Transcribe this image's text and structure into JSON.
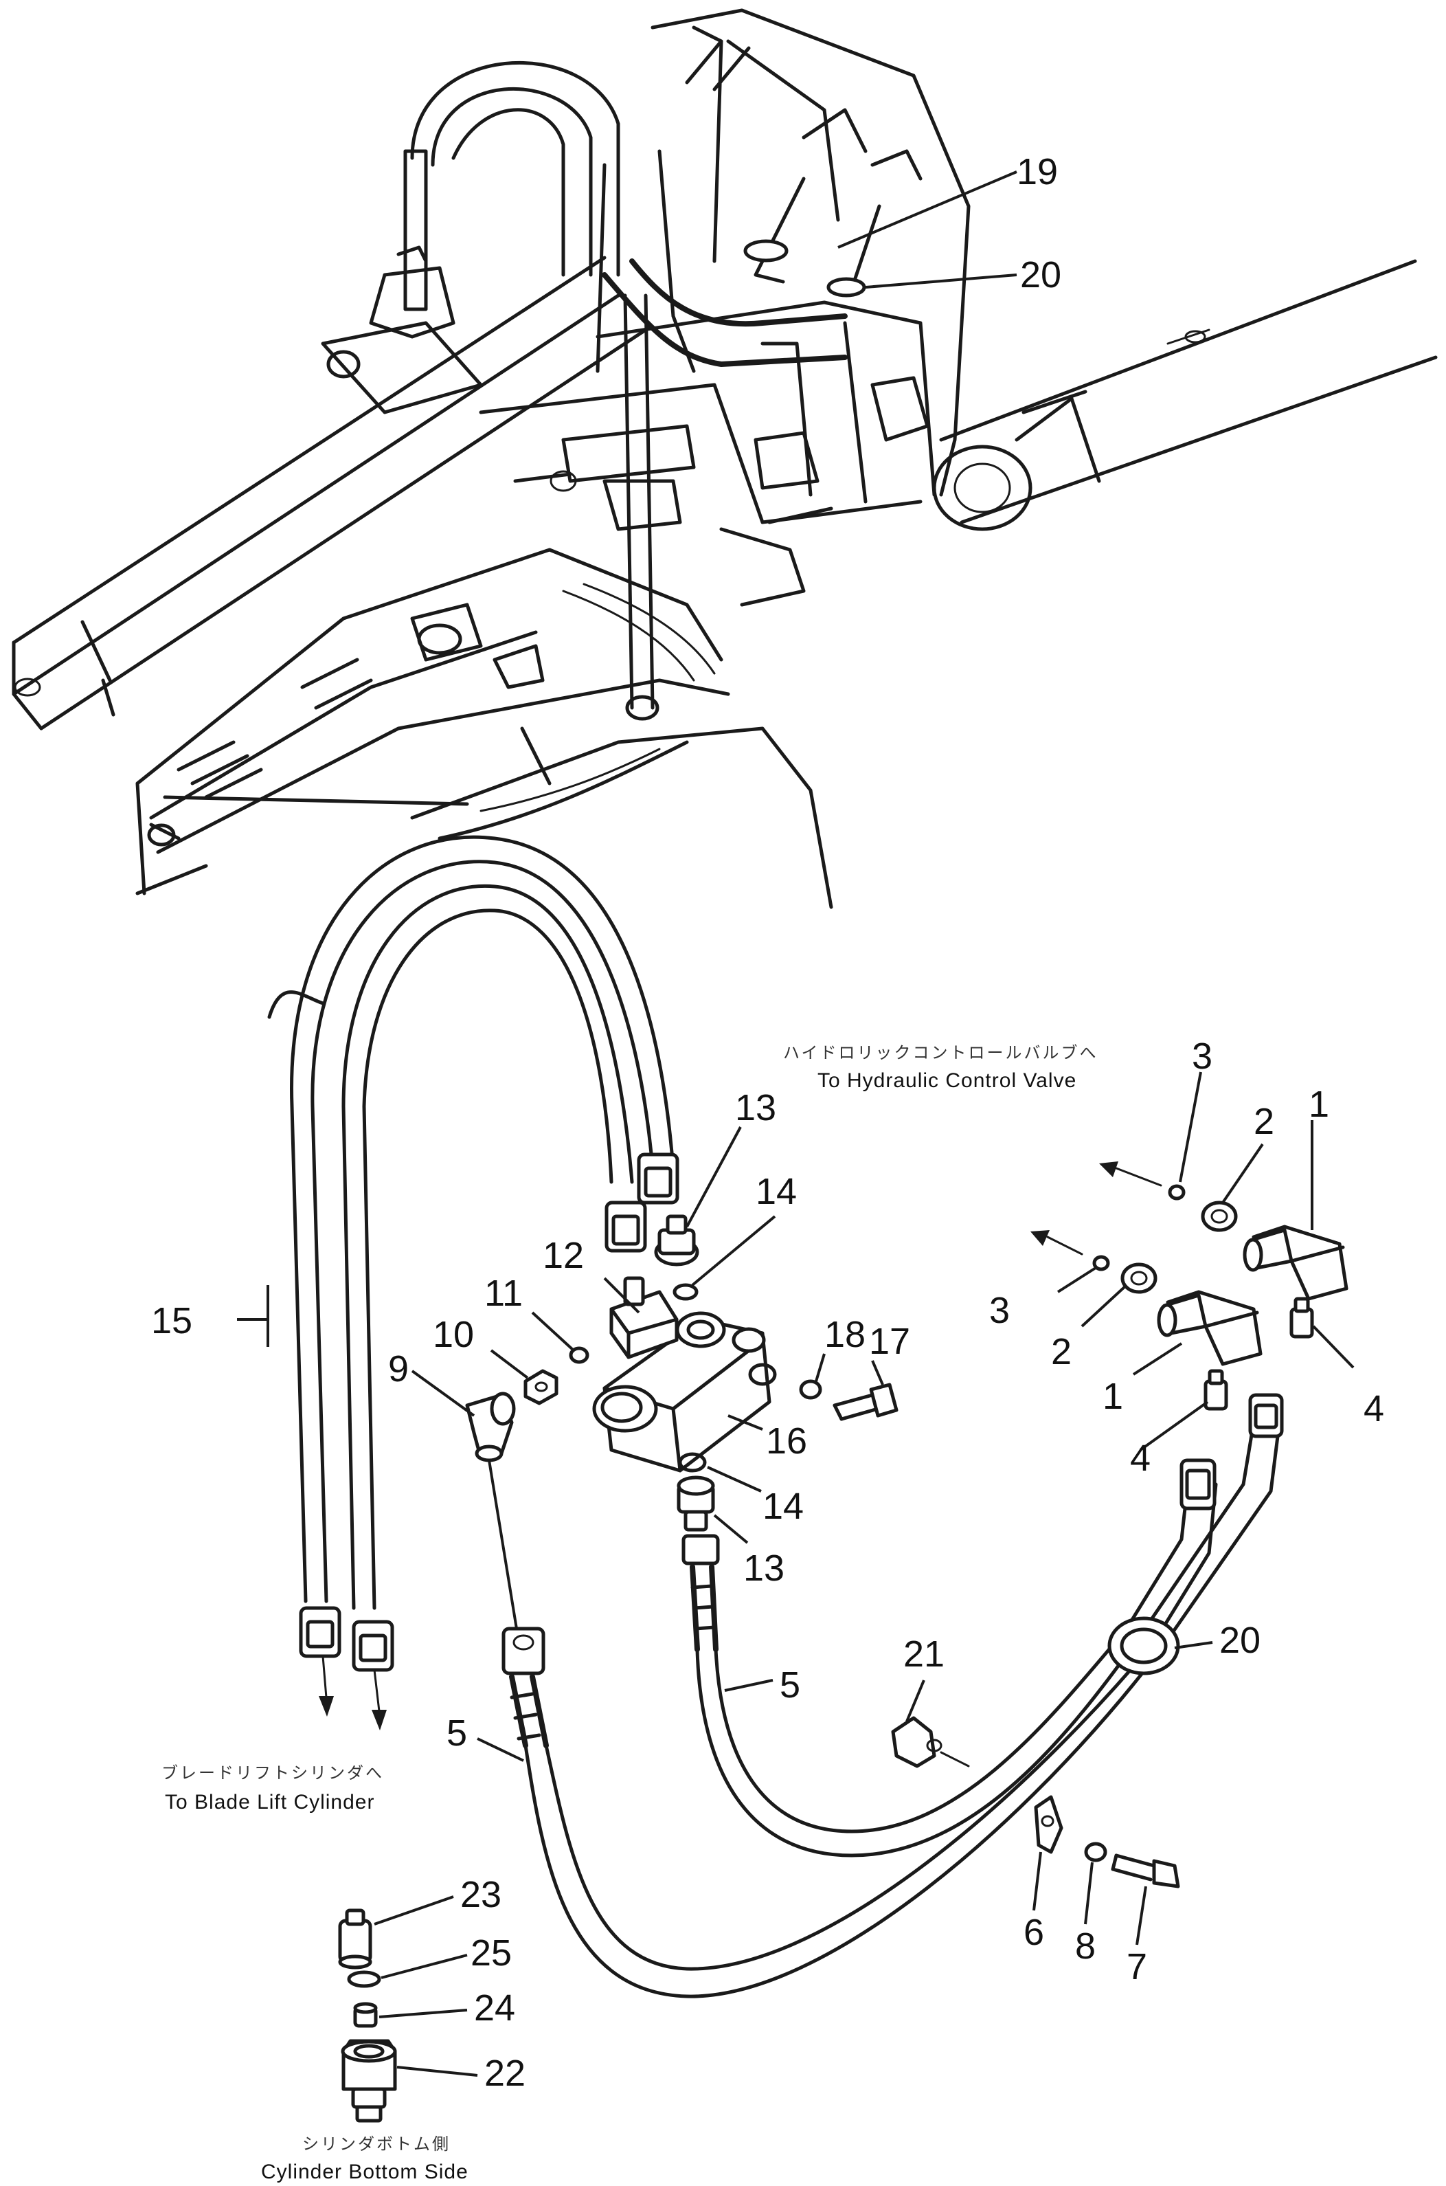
{
  "callouts": {
    "c1a": "1",
    "c1b": "1",
    "c2a": "2",
    "c2b": "2",
    "c3a": "3",
    "c3b": "3",
    "c4a": "4",
    "c4b": "4",
    "c5a": "5",
    "c5b": "5",
    "c6": "6",
    "c7": "7",
    "c8": "8",
    "c9": "9",
    "c10": "10",
    "c11": "11",
    "c12": "12",
    "c13a": "13",
    "c13b": "13",
    "c14a": "14",
    "c14b": "14",
    "c15": "15",
    "c16": "16",
    "c17": "17",
    "c18": "18",
    "c19": "19",
    "c20a": "20",
    "c20b": "20",
    "c21": "21",
    "c22": "22",
    "c23": "23",
    "c24": "24",
    "c25": "25"
  },
  "notes": {
    "to_control_valve_jp": "ハイドロリックコントロールバルブへ",
    "to_control_valve": "To Hydraulic Control Valve",
    "to_blade_lift_jp": "ブレードリフトシリンダへ",
    "to_blade_lift": "To Blade Lift Cylinder",
    "cylinder_bottom_jp": "シリンダボトム側",
    "cylinder_bottom": "Cylinder Bottom Side"
  }
}
